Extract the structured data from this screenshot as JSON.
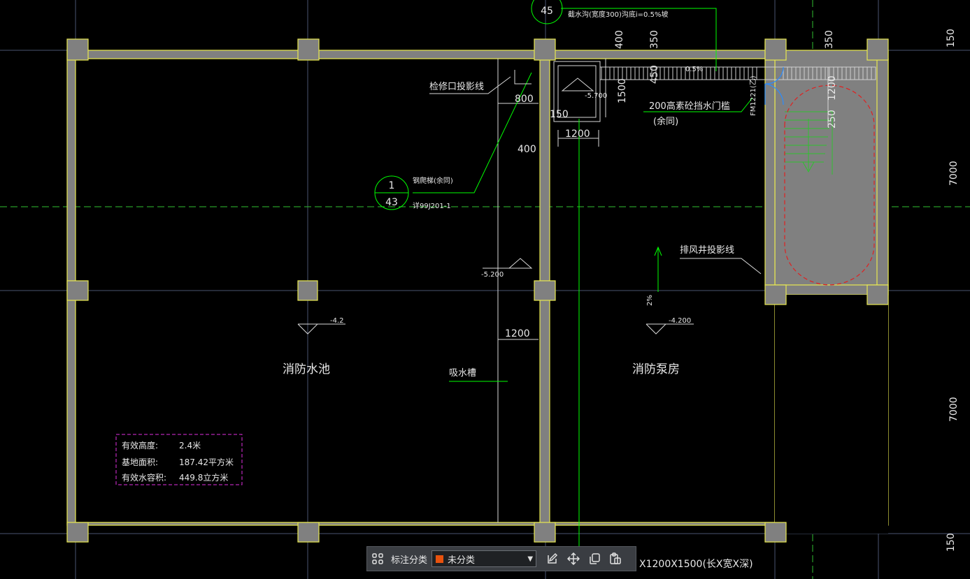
{
  "drawing": {
    "rooms": {
      "pool": "消防水池",
      "pump": "消防泵房"
    },
    "callouts": {
      "inspection": "检修口投影线",
      "ladder": "钢爬梯(余同)",
      "ladder_ref": "详99J201-1",
      "groove": "吸水槽",
      "exhaust": "排风井投影线",
      "threshold": "200高素砼挡水门槛",
      "threshold_note": "(余同)",
      "drain": "截水沟(宽度300)沟底i=0.5%坡",
      "door": "FM1221(乙)",
      "pit_size": "X1200X1500(长X宽X深)",
      "slope_pct": "0.5%",
      "slope_2": "2%"
    },
    "bubbles": {
      "top": "45",
      "detail_num": "1",
      "detail_sheet": "43"
    },
    "elevations": {
      "pool": "-4.2",
      "pump": "-4.200",
      "groove": "-5.200",
      "pit": "-5.700"
    },
    "dims": {
      "d800": "800",
      "d150": "150",
      "d1200a": "1200",
      "d400": "400",
      "d1500": "1500",
      "d400top": "400",
      "d350": "350",
      "d450": "450",
      "d350r": "350",
      "d1200r": "1200",
      "d250": "250",
      "d1200b": "1200",
      "right150top": "150",
      "right7000a": "7000",
      "right7000b": "7000",
      "right150bot": "150"
    },
    "info": {
      "height_label": "有效高度:",
      "height_value": "2.4米",
      "area_label": "基地面积:",
      "area_value": "187.42平方米",
      "volume_label": "有效水容积:",
      "volume_value": "449.8立方米"
    },
    "colors": {
      "wall": "#808080",
      "wall_edge": "#e8e850",
      "grid": "#4a5570",
      "axis": "#2fc02f",
      "annot": "#00ff00",
      "dim": "#d8d8d8",
      "info_box": "#e030e0",
      "circle": "#e02020",
      "door": "#2a8cff"
    }
  },
  "toolbar": {
    "grid_icon": "grid-icon",
    "category_label": "标注分类",
    "category_value": "未分类",
    "category_color": "#e8520e",
    "icons": [
      "edit-icon",
      "move-icon",
      "copy-icon",
      "paste-icon"
    ]
  }
}
